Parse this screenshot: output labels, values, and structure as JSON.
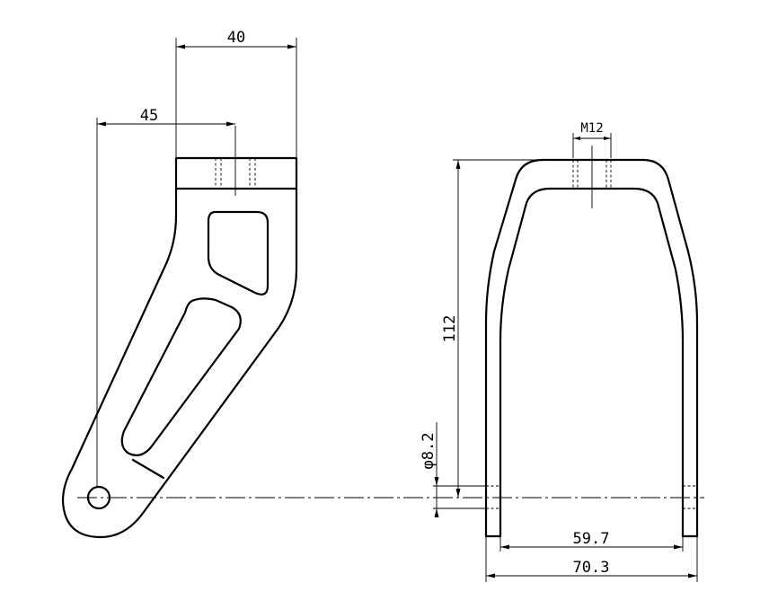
{
  "drawing": {
    "background": "#ffffff",
    "line_color": "#000000",
    "dimensions": {
      "top_width": "40",
      "hole_offset": "45",
      "thread": "M12",
      "height": "112",
      "hole_diameter": "φ8.2",
      "inner_width": "59.7",
      "outer_width": "70.3"
    }
  }
}
